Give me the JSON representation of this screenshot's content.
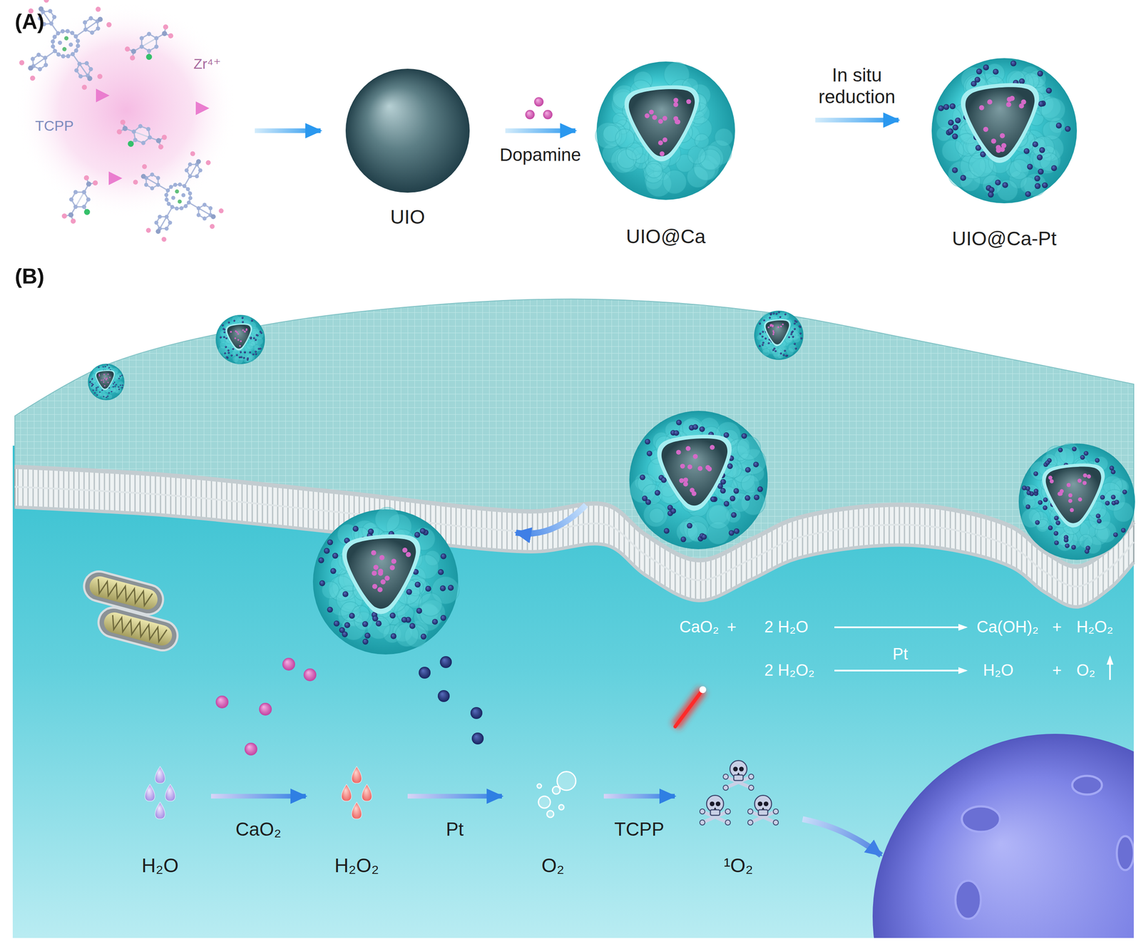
{
  "diagram": {
    "nodes": [
      {
        "text": [
          "TCPP",
          "Zr⁴⁺"
        ]
      },
      {
        "text": [
          "UIO"
        ]
      },
      {
        "text": [
          "UIO@Ca"
        ]
      },
      {
        "text": [
          "UIO@Ca-Pt"
        ]
      },
      {
        "text": [
          "H₂O"
        ]
      },
      {
        "text": [
          "H₂O₂"
        ]
      },
      {
        "text": [
          "O₂"
        ]
      },
      {
        "text": [
          "¹O₂"
        ]
      }
    ],
    "edges": [
      {
        "from": 0,
        "to": 1,
        "arrow": "to"
      },
      {
        "from": 1,
        "to": 2,
        "label": "Dopamine",
        "arrow": "to"
      },
      {
        "from": 2,
        "to": 3,
        "label": "In situ reduction",
        "arrow": "to"
      },
      {
        "from": 4,
        "to": 5,
        "label": "CaO₂",
        "arrow": "to"
      },
      {
        "from": 5,
        "to": 6,
        "label": "Pt",
        "arrow": "to"
      },
      {
        "from": 6,
        "to": 7,
        "label": "TCPP",
        "arrow": "to"
      }
    ],
    "labels": [
      "(A)",
      "(B)",
      "CaO₂",
      "+",
      "2 H₂O",
      "Ca(OH)₂",
      "+",
      "H₂O₂",
      "2 H₂O₂",
      "Pt",
      "H₂O",
      "+",
      "O₂"
    ]
  }
}
